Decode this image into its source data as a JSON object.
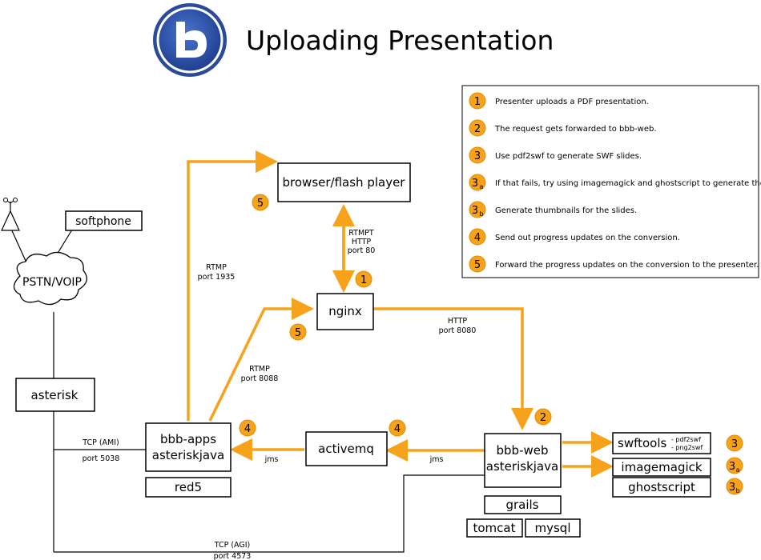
{
  "title": "Uploading Presentation",
  "nodes": {
    "browser": "browser/flash player",
    "softphone": "softphone",
    "pstn": "PSTN/VOIP",
    "asterisk": "asterisk",
    "nginx": "nginx",
    "bbb_apps_line1": "bbb-apps",
    "bbb_apps_line2": "asteriskjava",
    "red5": "red5",
    "activemq": "activemq",
    "bbb_web_line1": "bbb-web",
    "bbb_web_line2": "asteriskjava",
    "grails": "grails",
    "tomcat": "tomcat",
    "mysql": "mysql",
    "swftools": "swftools",
    "swftools_sub1": "- pdf2swf",
    "swftools_sub2": "- png2swf",
    "imagemagick": "imagemagick",
    "ghostscript": "ghostscript"
  },
  "edge_labels": {
    "rtmpt_1": "RTMPT",
    "rtmpt_2": "HTTP",
    "rtmpt_3": "port 80",
    "rtmp1935_1": "RTMP",
    "rtmp1935_2": "port 1935",
    "rtmp8088_1": "RTMP",
    "rtmp8088_2": "port 8088",
    "http8080_1": "HTTP",
    "http8080_2": "port 8080",
    "jms_left": "jms",
    "jms_right": "jms",
    "ami_1": "TCP (AMI)",
    "ami_2": "port 5038",
    "agi_1": "TCP (AGI)",
    "agi_2": "port 4573"
  },
  "step_markers": {
    "nginx": "1",
    "bbb_web": "2",
    "browser": "5",
    "nginx_5": "5",
    "bbb_apps": "4",
    "activemq": "4",
    "swftools": "3",
    "imagemagick_num": "3",
    "imagemagick_sub": "a",
    "ghostscript_num": "3",
    "ghostscript_sub": "b"
  },
  "legend": [
    {
      "num": "1",
      "sub": "",
      "text": "Presenter uploads a PDF presentation."
    },
    {
      "num": "2",
      "sub": "",
      "text": "The request gets forwarded to bbb-web."
    },
    {
      "num": "3",
      "sub": "",
      "text": "Use pdf2swf to generate SWF slides."
    },
    {
      "num": "3",
      "sub": "a",
      "text": "If that fails, try using imagemagick and ghostscript to generate the slide."
    },
    {
      "num": "3",
      "sub": "b",
      "text": "Generate thumbnails for the slides."
    },
    {
      "num": "4",
      "sub": "",
      "text": "Send out progress updates on the conversion."
    },
    {
      "num": "5",
      "sub": "",
      "text": "Forward the progress updates on the conversion to the presenter."
    }
  ],
  "colors": {
    "accent": "#f7a21b",
    "logo_blue": "#1f3f8f"
  },
  "icons": {
    "logo": "bigbluebutton-logo-icon",
    "phone": "antenna-phone-icon"
  }
}
